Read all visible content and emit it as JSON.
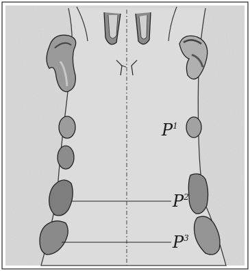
{
  "figure": {
    "labels": {
      "p1": {
        "base": "P",
        "sup": "1"
      },
      "p2": {
        "base": "P",
        "sup": "2"
      },
      "p3": {
        "base": "P",
        "sup": "3"
      }
    },
    "colors": {
      "page": "#ffffff",
      "tissue": "#d7d7d7",
      "organ_fill": "#a9a9a9",
      "organ_dark": "#555555",
      "ink": "#1a1a1a"
    }
  }
}
